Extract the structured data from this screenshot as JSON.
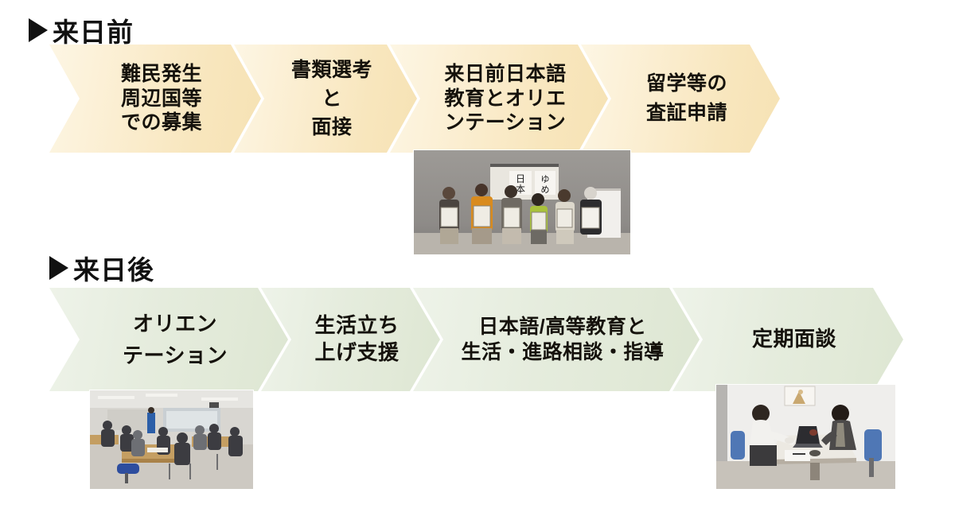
{
  "sections": [
    {
      "id": "before-arrival",
      "heading": "来日前",
      "marker_icon": "triangle-right-icon",
      "accent_color": "#f8e6bd",
      "steps": [
        {
          "label": "難民発生\n周辺国等\nでの募集"
        },
        {
          "label": "書類選考\nと\n面接"
        },
        {
          "label": "来日前日本語\n教育とオリエ\nンテーション"
        },
        {
          "label": "留学等の\n査証申請"
        }
      ]
    },
    {
      "id": "after-arrival",
      "heading": "来日後",
      "marker_icon": "triangle-right-icon",
      "accent_color": "#e1e9d7",
      "steps": [
        {
          "label": "オリエン\nテーション"
        },
        {
          "label": "生活立ち\n上げ支援"
        },
        {
          "label": "日本語/高等教育と\n生活・進路相談・指導"
        },
        {
          "label": "定期面談"
        }
      ]
    }
  ],
  "photos": [
    {
      "id": "calligraphy-class-photo",
      "alt": "来日前日本語教育の参加者が書道作品を持って並ぶ写真",
      "caption_on_screen": ""
    },
    {
      "id": "seminar-room-photo",
      "alt": "オリエンテーション会場で机を囲む参加者の写真",
      "caption_on_screen": ""
    },
    {
      "id": "interview-room-photo",
      "alt": "定期面談で職員と学生が机を挟んで話す写真",
      "caption_on_screen": ""
    }
  ]
}
